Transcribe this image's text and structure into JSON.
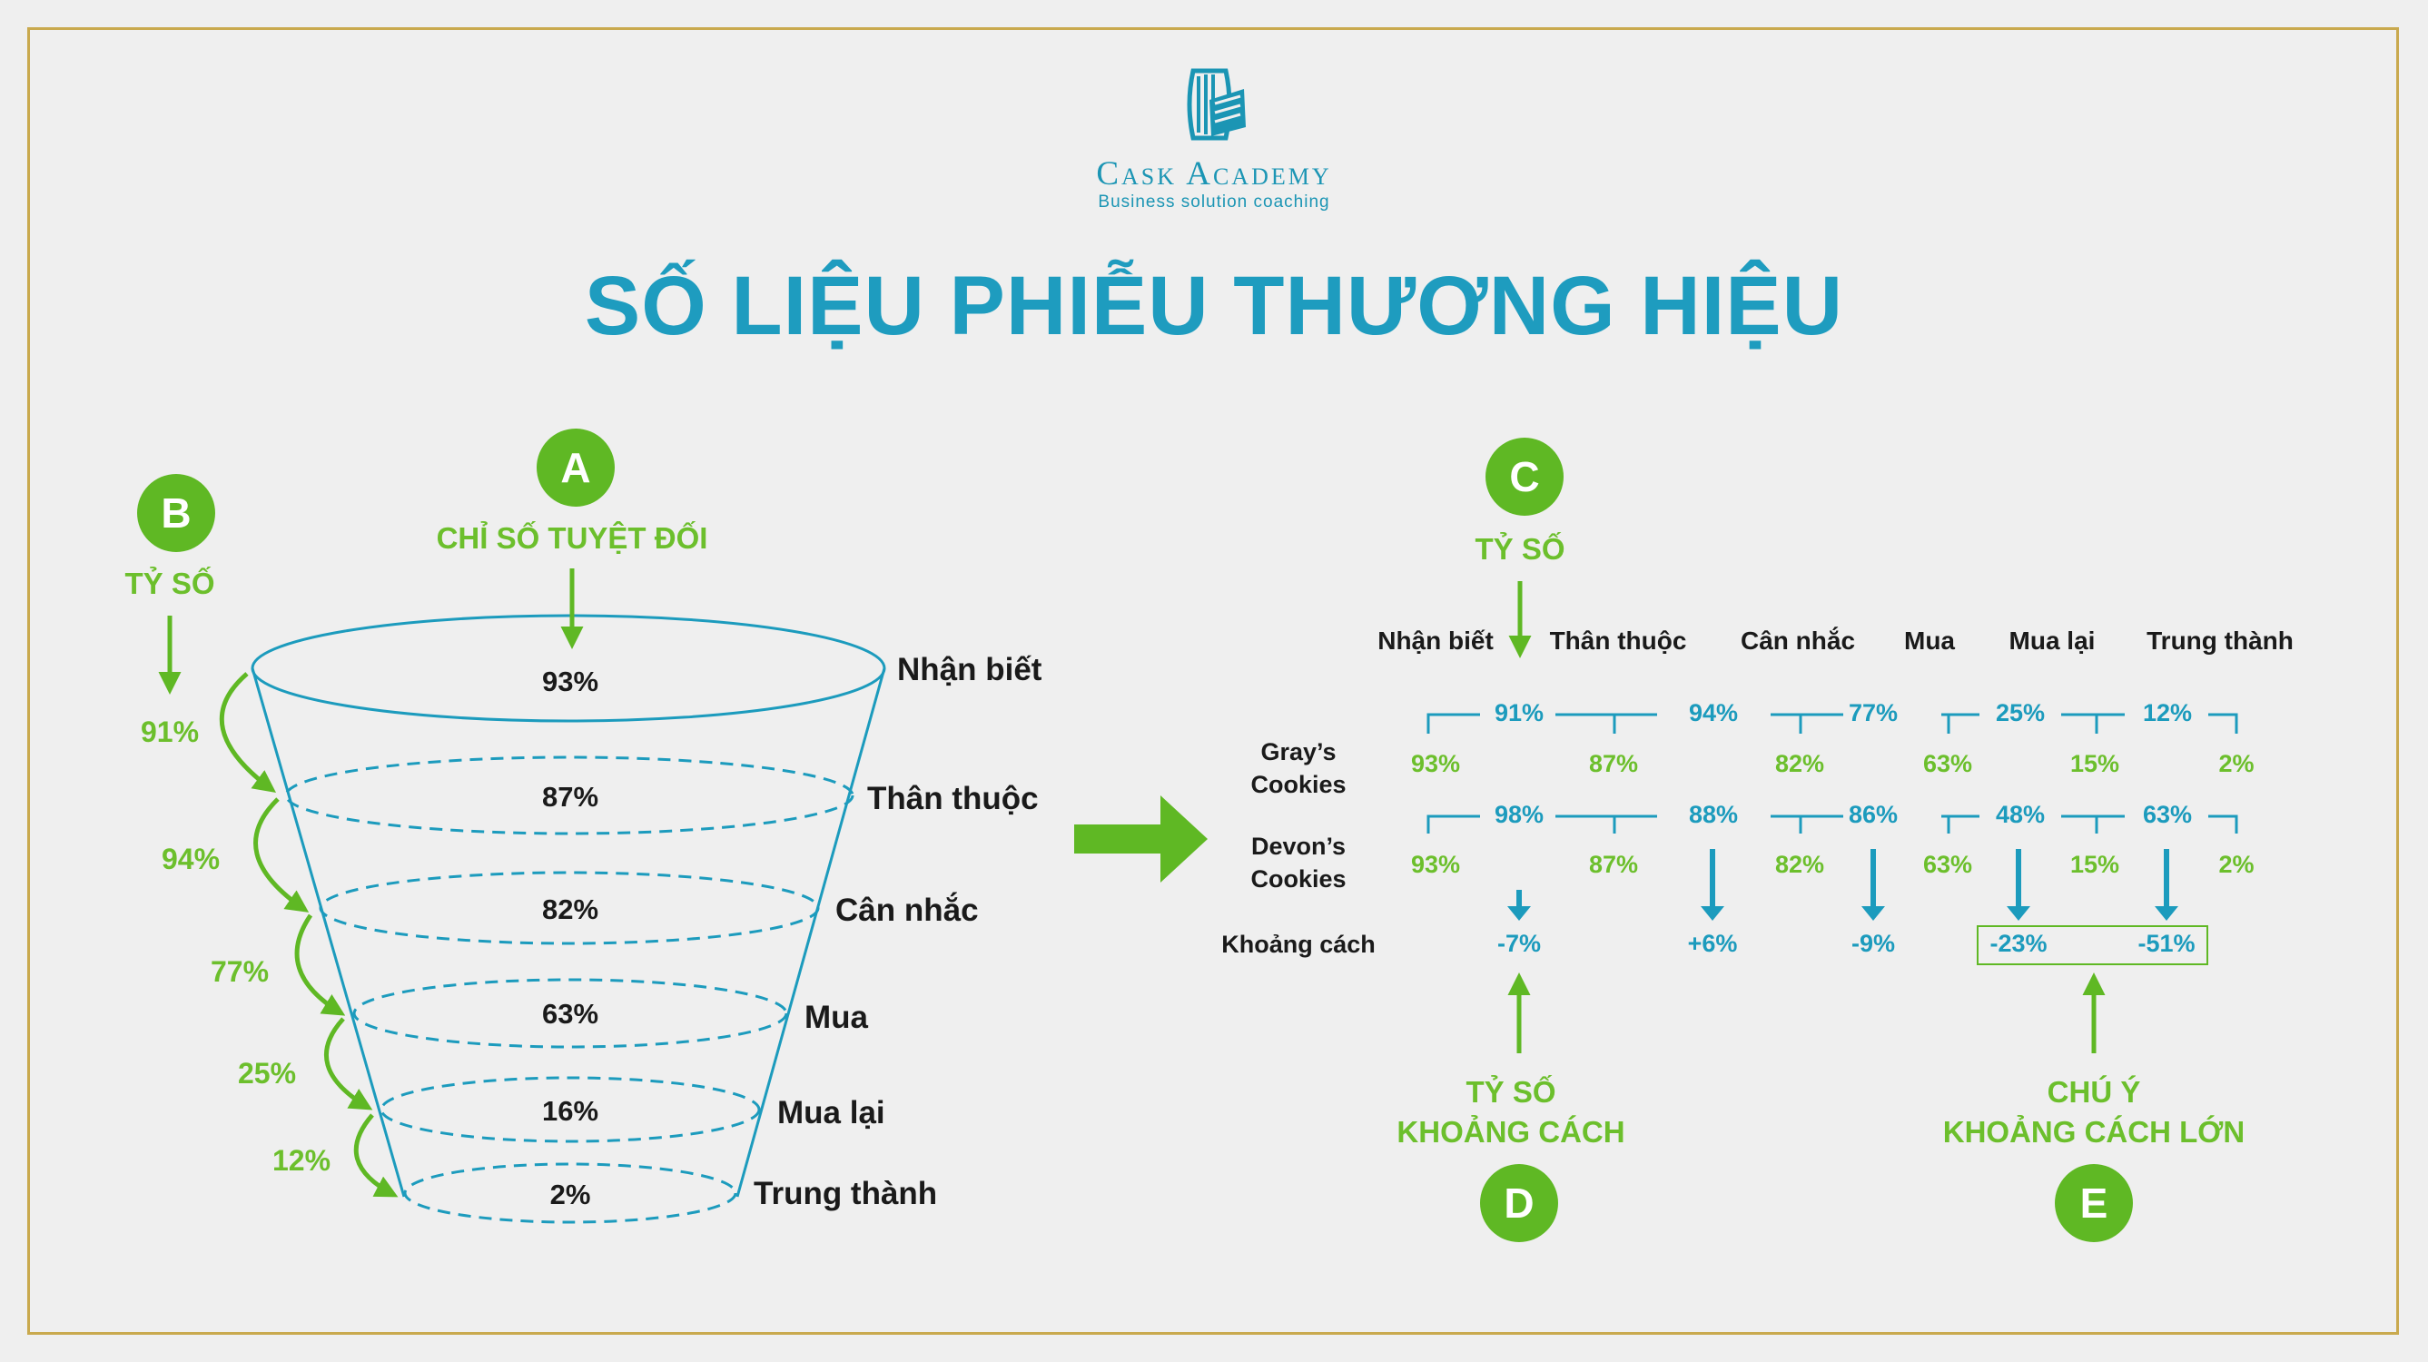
{
  "brand": {
    "name": "Cask Academy",
    "tagline": "Business solution coaching"
  },
  "title": "SỐ LIỆU PHIỄU THƯƠNG HIỆU",
  "colors": {
    "green": "#5fb824",
    "blue": "#1c9bbd",
    "gold": "#c9a94e",
    "background": "#efefef"
  },
  "badges": {
    "a": "A",
    "b": "B",
    "c": "C",
    "d": "D",
    "e": "E"
  },
  "labels": {
    "a": "CHỈ SỐ TUYỆT ĐỐI",
    "b": "TỶ SỐ",
    "c": "TỶ SỐ",
    "d_line1": "TỶ SỐ",
    "d_line2": "KHOẢNG CÁCH",
    "e_line1": "CHÚ Ý",
    "e_line2": "KHOẢNG CÁCH LỚN"
  },
  "funnel": {
    "stages": [
      "Nhận biết",
      "Thân thuộc",
      "Cân nhắc",
      "Mua",
      "Mua lại",
      "Trung thành"
    ],
    "values": [
      "93%",
      "87%",
      "82%",
      "63%",
      "16%",
      "2%"
    ],
    "ratios": [
      "91%",
      "94%",
      "77%",
      "25%",
      "12%"
    ]
  },
  "table": {
    "columns": [
      "Nhận biết",
      "Thân thuộc",
      "Cân nhắc",
      "Mua",
      "Mua lại",
      "Trung thành"
    ],
    "rows": [
      {
        "name_line1": "Gray’s",
        "name_line2": "Cookies",
        "values": [
          "93%",
          "87%",
          "82%",
          "63%",
          "15%",
          "2%"
        ],
        "ratios": [
          "91%",
          "94%",
          "77%",
          "25%",
          "12%"
        ]
      },
      {
        "name_line1": "Devon’s",
        "name_line2": "Cookies",
        "values": [
          "93%",
          "87%",
          "82%",
          "63%",
          "15%",
          "2%"
        ],
        "ratios": [
          "98%",
          "88%",
          "86%",
          "48%",
          "63%"
        ]
      }
    ],
    "gap_label": "Khoảng cách",
    "gaps": [
      "-7%",
      "+6%",
      "-9%",
      "-23%",
      "-51%"
    ]
  }
}
